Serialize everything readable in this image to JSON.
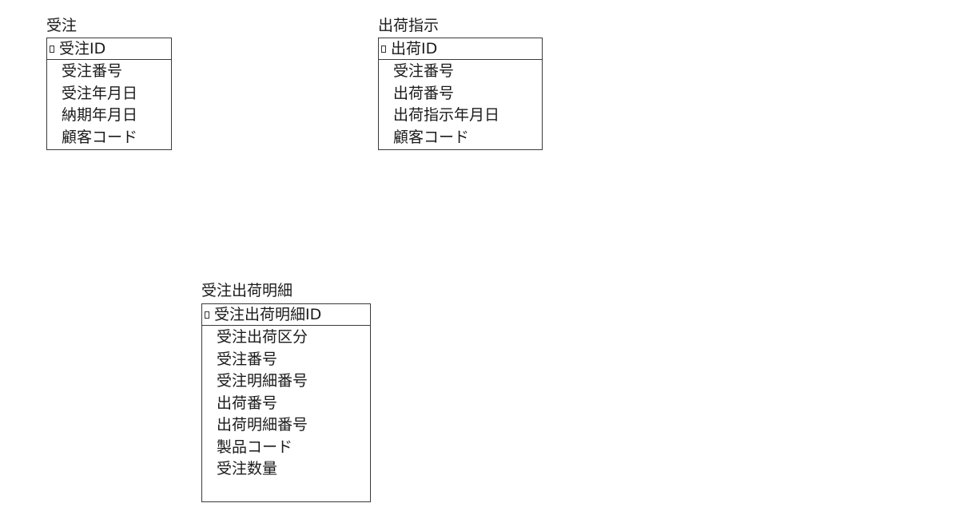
{
  "entities": [
    {
      "name": "受注",
      "primary_key": "受注ID",
      "attributes": [
        "受注番号",
        "受注年月日",
        "納期年月日",
        "顧客コード"
      ]
    },
    {
      "name": "出荷指示",
      "primary_key": "出荷ID",
      "attributes": [
        "受注番号",
        "出荷番号",
        "出荷指示年月日",
        "顧客コード"
      ]
    },
    {
      "name": "受注出荷明細",
      "primary_key": "受注出荷明細ID",
      "attributes": [
        "受注出荷区分",
        "受注番号",
        "受注明細番号",
        "出荷番号",
        "出荷明細番号",
        "製品コード",
        "受注数量"
      ]
    }
  ]
}
